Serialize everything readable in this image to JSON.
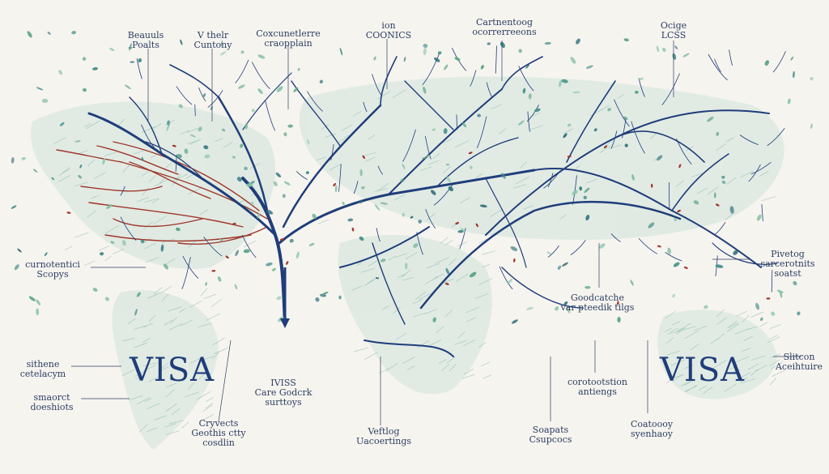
{
  "colors": {
    "background": "#f6f4ef",
    "trunk_blue": "#1f3d7a",
    "branch_red": "#a0372b",
    "leaf_green": "#5fa58a",
    "leaf_teal": "#3f8c86",
    "label_ink": "#2c3e63"
  },
  "labels": [
    {
      "key": "top-1",
      "lines": [
        "Beauuls",
        "Poalts"
      ]
    },
    {
      "key": "top-2",
      "lines": [
        "V thelr",
        "Cuntony"
      ]
    },
    {
      "key": "top-3",
      "lines": [
        "Coxcunetlerre",
        "craopplain"
      ]
    },
    {
      "key": "top-4",
      "lines": [
        "ion",
        "COONICS"
      ]
    },
    {
      "key": "top-5",
      "lines": [
        "Cartnentoog",
        "ocorrerreeons"
      ]
    },
    {
      "key": "top-6",
      "lines": [
        "Ocige",
        "LCSS"
      ]
    },
    {
      "key": "left-1",
      "lines": [
        "curnotentici",
        "Scopys"
      ]
    },
    {
      "key": "left-2",
      "lines": [
        "sithene",
        "cetelacym"
      ]
    },
    {
      "key": "left-3",
      "lines": [
        "smaorct",
        "doeshiots"
      ]
    },
    {
      "key": "center-1",
      "lines": [
        "IVISS",
        "Care Godcrk",
        "surttoys"
      ]
    },
    {
      "key": "bottom-1",
      "lines": [
        "Cryvects",
        "Geothis ctty",
        "cosdlin"
      ]
    },
    {
      "key": "bottom-2",
      "lines": [
        "Veftlog",
        "Uacoertings"
      ]
    },
    {
      "key": "mid-1",
      "lines": [
        "Goodcatche",
        "var pteedik tilgs"
      ]
    },
    {
      "key": "mid-2",
      "lines": [
        "corotootstion",
        "antiengs"
      ]
    },
    {
      "key": "bottom-3",
      "lines": [
        "Soapats",
        "Csupcocs"
      ]
    },
    {
      "key": "bottom-4",
      "lines": [
        "Coatoooy",
        "syenhaoy"
      ]
    },
    {
      "key": "right-1",
      "lines": [
        "Pivetog",
        "sarcerotnits",
        "soatst"
      ]
    },
    {
      "key": "right-2",
      "lines": [
        "Slitcon",
        "Aceihtuire"
      ]
    }
  ],
  "watermarks": {
    "left": "VISA",
    "right": "VISA"
  }
}
